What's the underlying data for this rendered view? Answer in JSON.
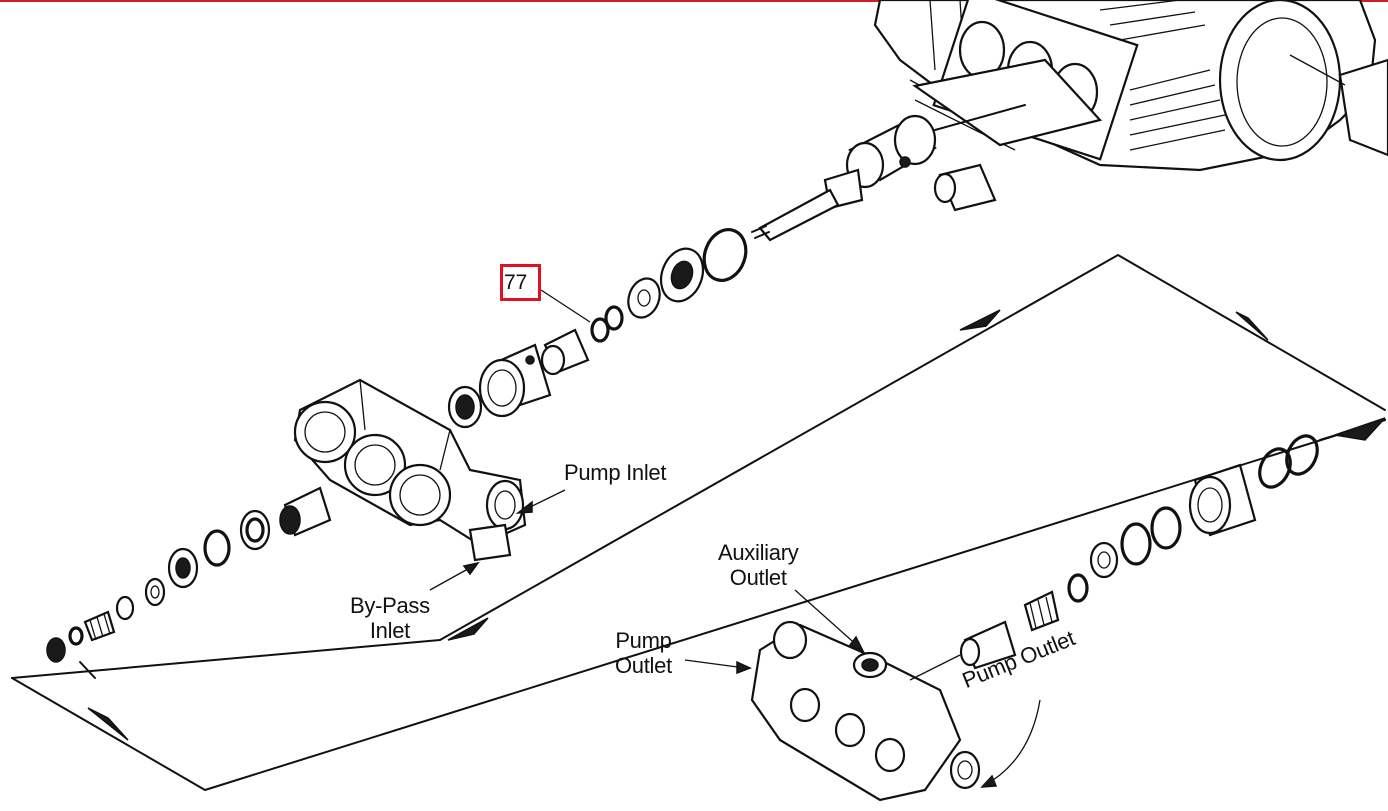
{
  "diagram": {
    "labels": {
      "pump_inlet": "Pump Inlet",
      "bypass_inlet_line1": "By-Pass",
      "bypass_inlet_line2": "Inlet",
      "auxiliary_outlet_line1": "Auxiliary",
      "auxiliary_outlet_line2": "Outlet",
      "pump_outlet_left_line1": "Pump",
      "pump_outlet_left_line2": "Outlet",
      "pump_outlet_right": "Pump Outlet"
    },
    "callout": {
      "number": "77",
      "highlight_color": "#e01020"
    }
  }
}
